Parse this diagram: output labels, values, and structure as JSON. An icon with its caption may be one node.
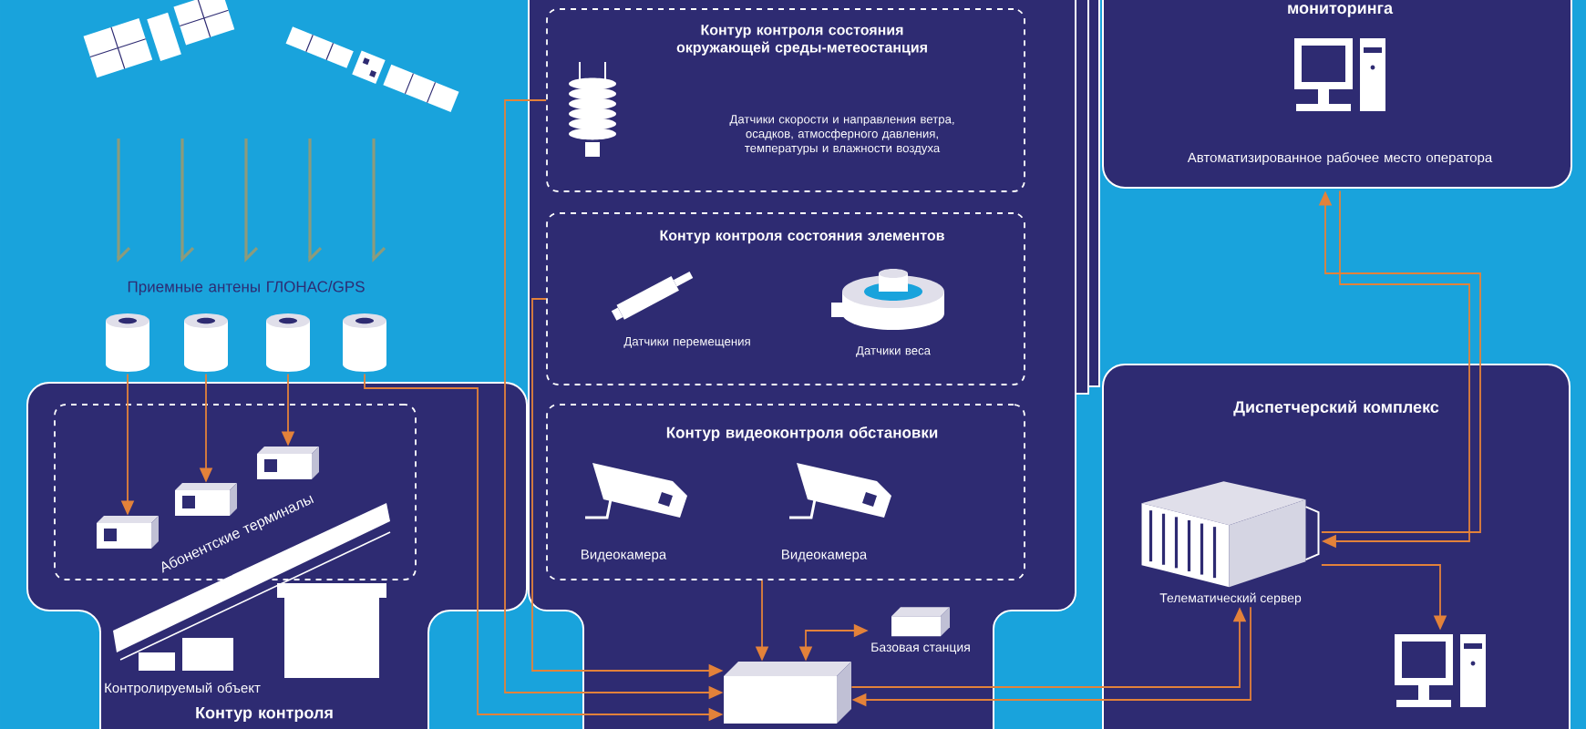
{
  "diagram": {
    "nodes": [
      {
        "text": [
          "Контур контроля"
        ]
      },
      {
        "text": [
          "Абонентские терминалы"
        ],
        "in": 0
      },
      {
        "text": [],
        "shape": "cylinder"
      },
      {
        "text": [],
        "shape": "cylinder"
      },
      {
        "text": [],
        "shape": "cylinder"
      },
      {
        "text": [],
        "shape": "cylinder"
      },
      {
        "text": [],
        "shape": "box",
        "in": 1
      },
      {
        "text": [],
        "shape": "box",
        "in": 1
      },
      {
        "text": [],
        "shape": "box",
        "in": 1
      },
      {
        "text": [],
        "shape": "box"
      },
      {
        "text": [
          "Контур контроля состояния окружающей среды-метеостанция",
          "Датчики скорости и направления ветра, осадков, атмосферного давления, температуры и влажности воздуха"
        ],
        "in": 9
      },
      {
        "text": [
          "Контур контроля состояния элементов",
          "Датчики перемещения",
          "Датчики веса"
        ],
        "in": 9
      },
      {
        "text": [
          "Контур видеоконтроля обстановки",
          "Видеокамера",
          "Видеокамера"
        ],
        "in": 9
      },
      {
        "text": [
          "Базовая станция"
        ],
        "in": 9
      },
      {
        "text": [],
        "shape": "box",
        "in": 9
      },
      {
        "text": [
          "мониторинга",
          "Автоматизированное рабочее место оператора"
        ]
      },
      {
        "text": [
          "Диспетчерский комплекс"
        ]
      },
      {
        "text": [
          "Телематический сервер"
        ],
        "in": 16
      },
      {
        "text": [],
        "shape": "picture",
        "in": 16
      }
    ],
    "edges": [
      {
        "from": 2,
        "to": 6,
        "arrow": "to"
      },
      {
        "from": 3,
        "to": 7,
        "arrow": "to"
      },
      {
        "from": 4,
        "to": 8,
        "arrow": "to"
      },
      {
        "from": 5,
        "to": 14,
        "arrow": "to"
      },
      {
        "from": 10,
        "to": 14,
        "arrow": "to"
      },
      {
        "from": 11,
        "to": 14,
        "arrow": "to"
      },
      {
        "from": 12,
        "to": 14,
        "arrow": "to"
      },
      {
        "from": 14,
        "to": 13,
        "arrow": "both"
      },
      {
        "from": 14,
        "to": 17,
        "arrow": "to"
      },
      {
        "from": 17,
        "to": 14,
        "arrow": "to"
      },
      {
        "from": 17,
        "to": 15,
        "arrow": "to"
      },
      {
        "from": 15,
        "to": 17,
        "arrow": "to"
      },
      {
        "from": 17,
        "to": 18,
        "arrow": "to"
      }
    ],
    "labels": [
      "Приемные антены ГЛОНАС/GPS",
      "Контролируемый объект"
    ]
  }
}
